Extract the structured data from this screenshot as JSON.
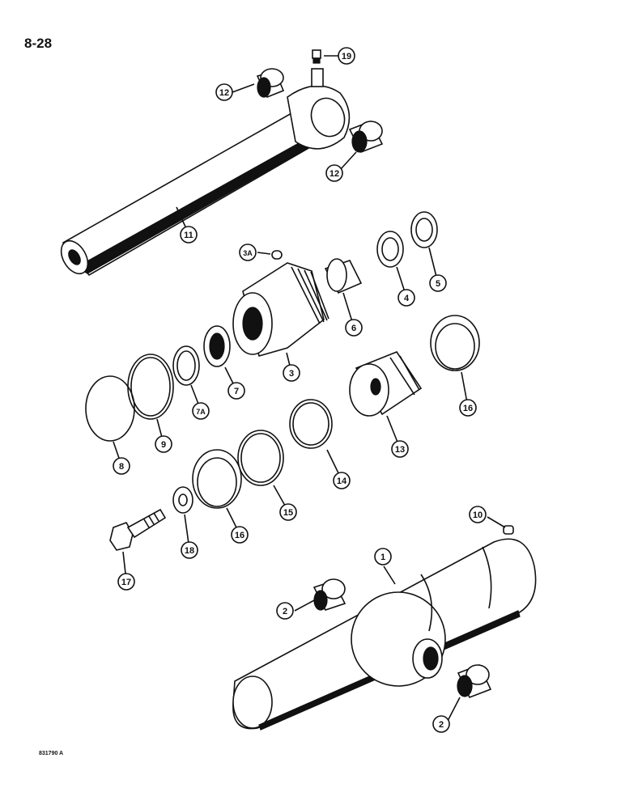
{
  "page_number": "8-28",
  "drawing_code": "831790 A",
  "callouts": {
    "c1": "1",
    "c2a": "2",
    "c2b": "2",
    "c3": "3",
    "c3a": "3A",
    "c4": "4",
    "c5": "5",
    "c6": "6",
    "c7": "7",
    "c7a": "7A",
    "c8": "8",
    "c9": "9",
    "c10": "10",
    "c11": "11",
    "c12a": "12",
    "c12b": "12",
    "c13": "13",
    "c14": "14",
    "c15": "15",
    "c16a": "16",
    "c16b": "16",
    "c17": "17",
    "c18": "18",
    "c19": "19"
  }
}
